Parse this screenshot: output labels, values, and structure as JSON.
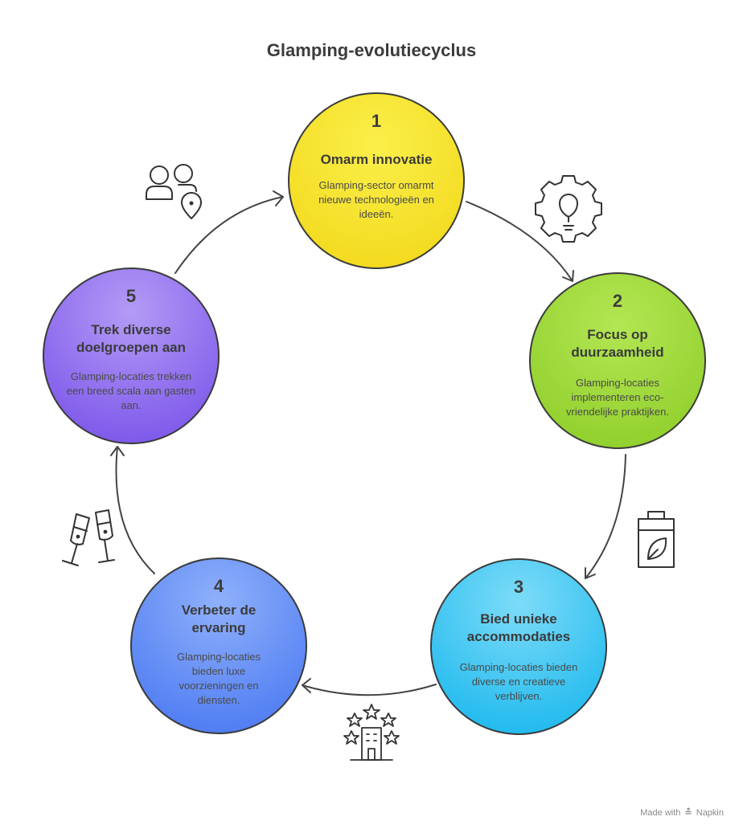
{
  "title": "Glamping-evolutiecyclus",
  "steps": [
    {
      "number": "1",
      "heading": "Omarm innovatie",
      "description": "Glamping-sector omarmt nieuwe technologieën en ideeën.",
      "color": "#f7e82e",
      "icon": "lightbulb-gear-icon"
    },
    {
      "number": "2",
      "heading": "Focus op duurzaamheid",
      "description": "Glamping-locaties implementeren eco-vriendelijke praktijken.",
      "color": "#9fdb3a",
      "icon": "eco-battery-leaf-icon"
    },
    {
      "number": "3",
      "heading": "Bied unieke accommodaties",
      "description": "Glamping-locaties bieden diverse en creatieve verblijven.",
      "color": "#3cc4ee",
      "icon": "star-hotel-icon"
    },
    {
      "number": "4",
      "heading": "Verbeter de ervaring",
      "description": "Glamping-locaties bieden luxe voorzieningen en diensten.",
      "color": "#5f8bf5",
      "icon": "champagne-toast-icon"
    },
    {
      "number": "5",
      "heading": "Trek diverse doelgroepen aan",
      "description": "Glamping-locaties trekken een breed scala aan gasten aan.",
      "color": "#8c69ee",
      "icon": "people-location-icon"
    }
  ],
  "footer": {
    "made_with": "Made with",
    "brand": "Napkin"
  }
}
